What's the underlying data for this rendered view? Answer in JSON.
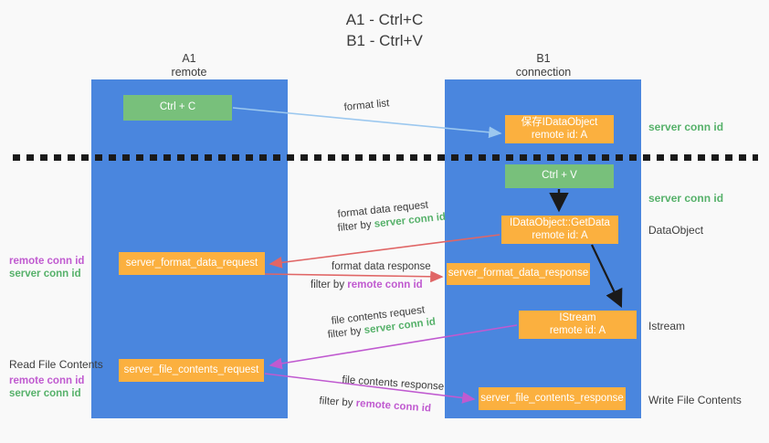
{
  "title": {
    "line1": "A1 - Ctrl+C",
    "line2": "B1 - Ctrl+V"
  },
  "columns": {
    "left": {
      "name": "A1",
      "sub": "remote"
    },
    "right": {
      "name": "B1",
      "sub": "connection"
    }
  },
  "boxes": {
    "ctrl_c": {
      "label": "Ctrl + C",
      "color": "#78c07b"
    },
    "save_idataobject": {
      "line1": "保存IDataObject",
      "line2": "remote id: A",
      "color": "#fbb03f"
    },
    "ctrl_v": {
      "label": "Ctrl + V",
      "color": "#78c07b"
    },
    "getdata": {
      "line1": "IDataObject::GetData",
      "line2": "remote id: A",
      "color": "#fbb03f"
    },
    "format_data_request": {
      "label": "server_format_data_request",
      "color": "#fbb03f"
    },
    "format_data_response": {
      "label": "server_format_data_response",
      "color": "#fbb03f"
    },
    "istream": {
      "line1": "IStream",
      "line2": "remote id: A",
      "color": "#fbb03f"
    },
    "file_contents_request": {
      "label": "server_file_contents_request",
      "color": "#fbb03f"
    },
    "file_contents_response": {
      "label": "server_file_contents_response",
      "color": "#fbb03f"
    }
  },
  "edge_labels": {
    "format_list": "format list",
    "format_data_request": "format data request",
    "format_data_request_filter_prefix": "filter by ",
    "format_data_request_filter_value": "server conn id",
    "format_data_response": "format data response",
    "format_data_response_filter_prefix": "filter by ",
    "format_data_response_filter_value": "remote conn id",
    "file_contents_request": "file contents request",
    "file_contents_request_filter_prefix": "filter by ",
    "file_contents_request_filter_value": "server conn id",
    "file_contents_response": "file contents response",
    "file_contents_response_filter_prefix": "filter by ",
    "file_contents_response_filter_value": "remote conn id"
  },
  "right_notes": {
    "server_conn_id_1": "server conn id",
    "server_conn_id_2": "server conn id",
    "dataobject": "DataObject",
    "istream": "Istream",
    "write_file_contents": "Write File Contents"
  },
  "left_notes": {
    "remote_conn_id_1": "remote conn id",
    "server_conn_id_1": "server conn id",
    "read_file_contents": "Read File Contents",
    "remote_conn_id_2": "remote conn id",
    "server_conn_id_2": "server conn id"
  },
  "colors": {
    "panel": "#4a86de",
    "green_box": "#78c07b",
    "orange_box": "#fbb03f",
    "green_text": "#56b16a",
    "purple_text": "#c05ad0",
    "arrow_blue": "#9cc8ef",
    "arrow_red": "#e06666",
    "arrow_magenta": "#c05ad0",
    "arrow_black": "#1a1a1a",
    "background": "#f9f9f9",
    "dashed_line": "#1a1a1a"
  }
}
